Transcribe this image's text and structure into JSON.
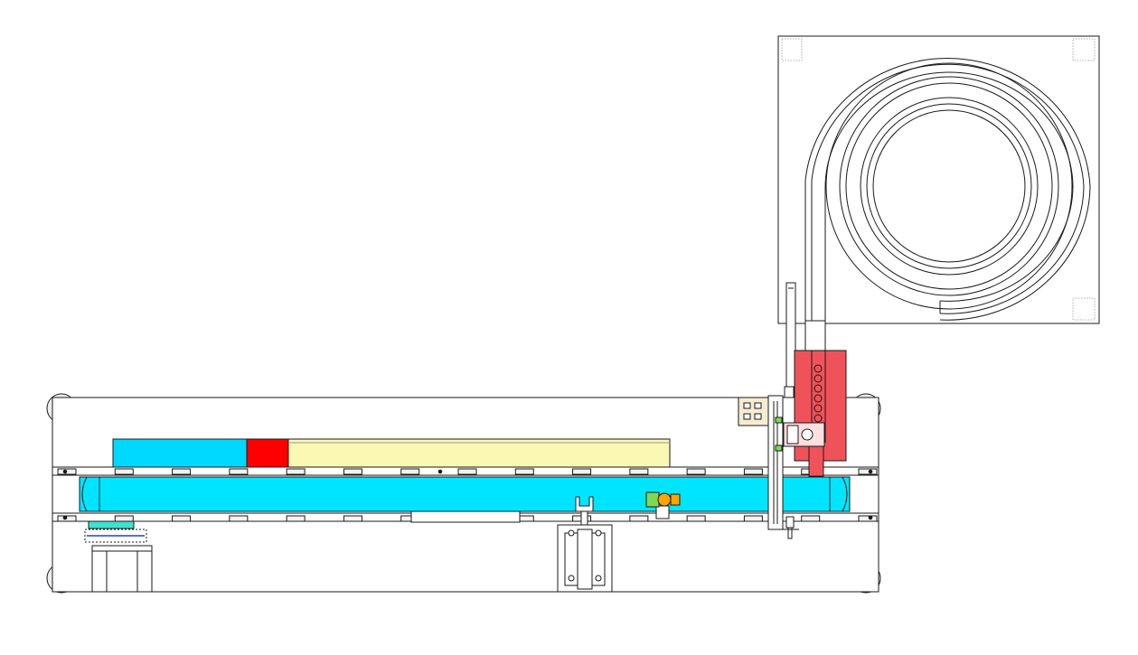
{
  "drawing": {
    "colors": {
      "line": "#1a1a1a",
      "background": "#ffffff",
      "belt": "#00e5ff",
      "block_blue": "#00d9ff",
      "block_red": "#ff0000",
      "block_yellow": "#fbf8b4",
      "feeder_red": "#f0525a",
      "sensor_green": "#7ed957",
      "sensor_orange": "#ffa500",
      "stopper_grey": "#c8c8c8",
      "pad_beige": "#f5ecd2",
      "roller_face": "#f2f2f2"
    },
    "components": {
      "vibratory_bowl_feeder": "vibratory-bowl-feeder",
      "linear_chute": "linear-chute",
      "transfer_block": "transfer-block",
      "belt_conveyor": "belt-conveyor",
      "drive_motor": "drive-motor",
      "stopper_cylinder": "stopper-cylinder",
      "sensor": "sensor"
    },
    "feeder_hole_count": 6,
    "belt_roller_count": 15
  }
}
